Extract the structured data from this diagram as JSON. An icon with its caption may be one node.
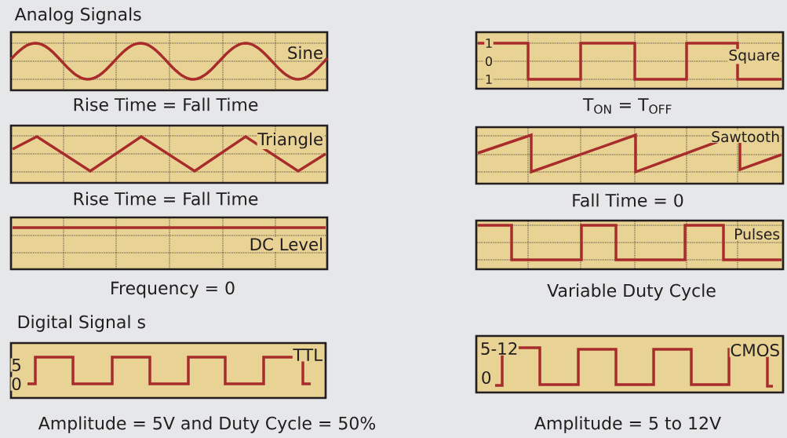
{
  "diagram": {
    "nodes": [
      {
        "text": [
          "Sine"
        ],
        "beside": [
          "Rise Time = Fall Time"
        ]
      },
      {
        "text": [
          "1",
          "0",
          "Square",
          "1"
        ],
        "beside": [
          "T$_{ON}$ = T$_{OFF}$"
        ]
      },
      {
        "text": [
          "Triangle"
        ],
        "beside": [
          "Rise Time = Fall Time"
        ]
      },
      {
        "text": [
          "Sawtooth"
        ],
        "beside": [
          "Fall Time = 0"
        ]
      },
      {
        "text": [
          "DC Level"
        ],
        "beside": [
          "Frequency = 0"
        ]
      },
      {
        "text": [
          "Pulses"
        ],
        "beside": [
          "Variable Duty Cycle"
        ]
      },
      {
        "text": [
          "TTL",
          "5",
          "0"
        ],
        "beside": [
          "Amplitude = 5V and Duty Cycle = 50%"
        ]
      },
      {
        "text": [
          "5-12",
          "CMOS",
          "0"
        ],
        "beside": [
          "Amplitude = 5 to 12V"
        ]
      }
    ],
    "labels": [
      "Analog Signals",
      "Digital Signal s"
    ]
  }
}
